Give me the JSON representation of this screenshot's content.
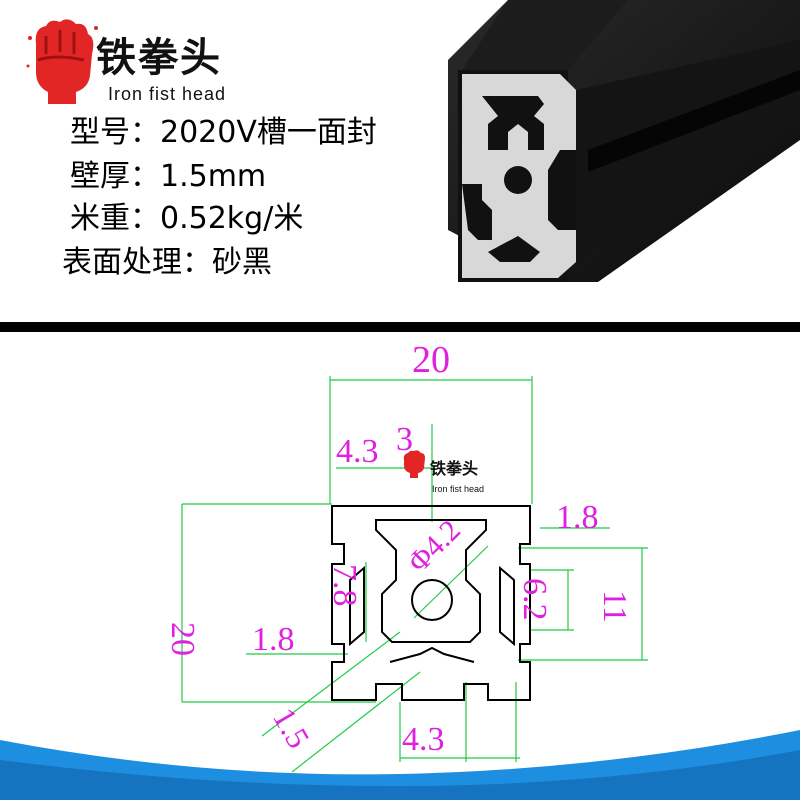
{
  "brand": {
    "name_cn": "铁拳头",
    "name_en": "Iron fist head"
  },
  "specs": [
    {
      "label": "型号：",
      "value": "2020V槽一面封"
    },
    {
      "label": "壁厚：",
      "value": "1.5mm"
    },
    {
      "label": "米重：",
      "value": "0.52kg/米"
    },
    {
      "label": "表面处理：",
      "value": "砂黑"
    }
  ],
  "diagram": {
    "overall_width": "20",
    "overall_height": "20",
    "slot_opening": "4.3",
    "slot_depth_partial": "3",
    "center_hole_diameter": "Φ4.2",
    "wall_thickness_right": "1.8",
    "wall_thickness_left": "1.8",
    "inner_height": "7.8",
    "slot_inner_width": "6.2",
    "outer_slot_width": "11",
    "bottom_slot_opening": "4.3",
    "diagonal_wall": "1.5"
  },
  "colors": {
    "dimension_text": "#e020e0",
    "dimension_lines": "#22cc44",
    "profile_outline": "#000000",
    "bottom_wave": "#1e8fe0"
  }
}
